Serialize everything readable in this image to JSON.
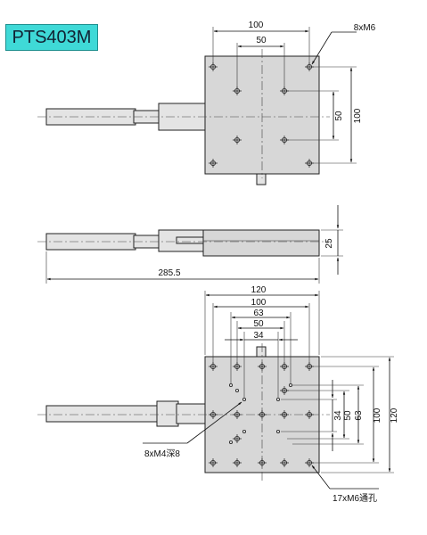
{
  "model": "PTS403M",
  "top_view": {
    "dim_width": "100",
    "dim_holes": "50",
    "dim_right_inner": "50",
    "dim_right_outer": "100",
    "hole_callout": "8xM6"
  },
  "side_view": {
    "dim_height": "25",
    "dim_length": "285.5"
  },
  "bottom_view": {
    "dim_120": "120",
    "dim_100": "100",
    "dim_63": "63",
    "dim_50": "50",
    "dim_34": "34",
    "dim_r_34": "34",
    "dim_r_50": "50",
    "dim_r_63": "63",
    "dim_r_100": "100",
    "dim_r_120": "120",
    "callout_m4": "8xM4深8",
    "callout_m6": "17xM6通孔"
  }
}
